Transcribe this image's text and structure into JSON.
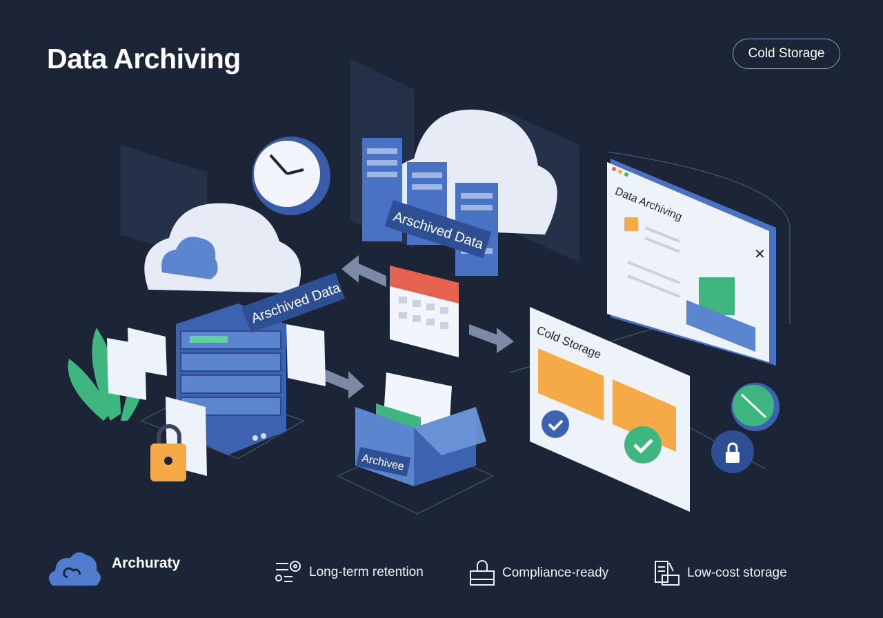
{
  "header": {
    "title": "Data Archiving",
    "badge": "Cold Storage"
  },
  "illustration": {
    "banner_left": "Arschived Data",
    "banner_top": "Arschived Data",
    "box_label": "Archivee",
    "window_title": "Data Archiving",
    "panel_title": "Cold Storage"
  },
  "footer": {
    "brand": "Archuraty",
    "features": [
      {
        "label": "Long-term retention",
        "icon": "retention-icon"
      },
      {
        "label": "Compliance-ready",
        "icon": "compliance-icon"
      },
      {
        "label": "Low-cost storage",
        "icon": "storage-icon"
      }
    ]
  },
  "colors": {
    "background": "#1c2538",
    "accent_blue": "#4a72c4",
    "folder": "#f5a947",
    "check_green": "#3fb57f"
  }
}
